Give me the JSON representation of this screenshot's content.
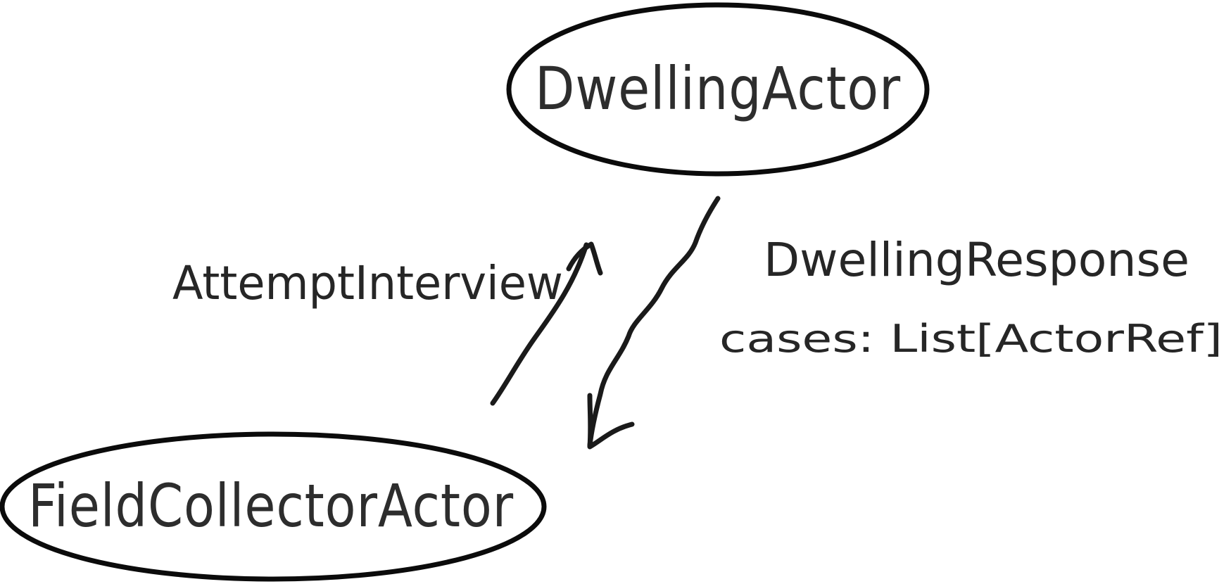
{
  "nodes": {
    "dwelling_actor": {
      "label": "DwellingActor"
    },
    "field_collector_actor": {
      "label": "FieldCollectorActor"
    }
  },
  "edges": {
    "attempt_interview": {
      "label": "AttemptInterview",
      "from": "FieldCollectorActor",
      "to": "DwellingActor"
    },
    "dwelling_response": {
      "label": "DwellingResponse",
      "detail": "cases: List[ActorRef]",
      "from": "DwellingActor",
      "to": "FieldCollectorActor"
    }
  },
  "colors": {
    "ink": "#0b0b0b",
    "text": "#2d2d2d",
    "background": "#ffffff"
  }
}
